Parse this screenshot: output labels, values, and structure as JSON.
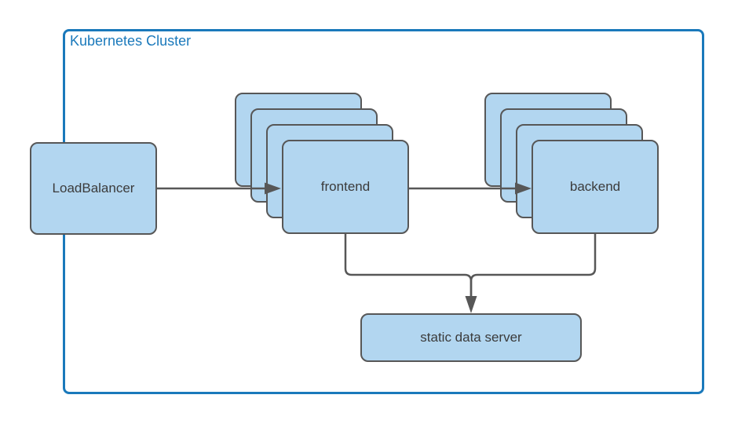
{
  "diagram": {
    "title": "Kubernetes Cluster",
    "cluster": {
      "label": "Kubernetes Cluster"
    },
    "nodes": {
      "load_balancer": {
        "label": "LoadBalancer",
        "type": "box"
      },
      "frontend": {
        "label": "frontend",
        "type": "stack",
        "replicas_shown": 4
      },
      "backend": {
        "label": "backend",
        "type": "stack",
        "replicas_shown": 4
      },
      "static_data_server": {
        "label": "static data server",
        "type": "box"
      }
    },
    "edges": [
      {
        "from": "load_balancer",
        "to": "frontend",
        "arrow": true
      },
      {
        "from": "frontend",
        "to": "backend",
        "arrow": true
      },
      {
        "from": "frontend",
        "to": "static_data_server",
        "arrow": true
      },
      {
        "from": "backend",
        "to": "static_data_server",
        "arrow": true
      }
    ],
    "colors": {
      "background": "#ffffff",
      "node_fill": "#b2d6f0",
      "node_border": "#575757",
      "connector": "#575757",
      "cluster_border": "#1a79bb",
      "cluster_label": "#1a79bb",
      "node_text": "#3b3b3b"
    }
  }
}
